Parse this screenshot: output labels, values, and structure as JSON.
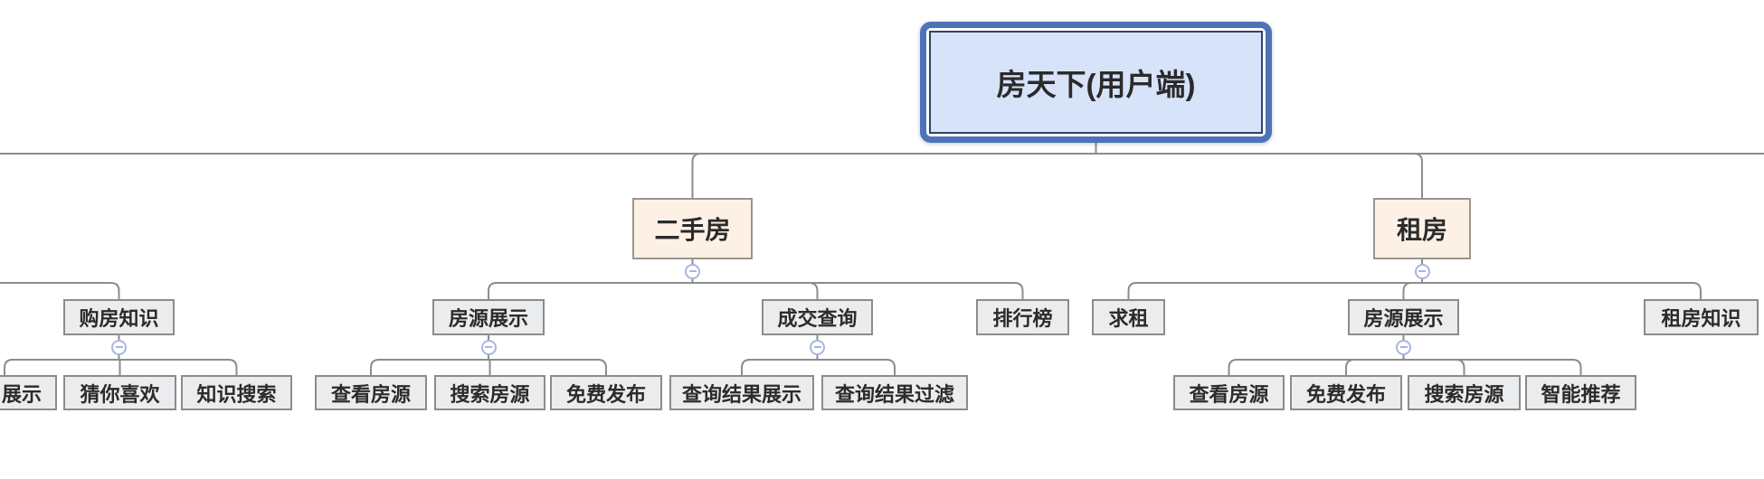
{
  "diagram_type": "mindmap-org-chart",
  "tree": {
    "label": "房天下(用户端)",
    "children": [
      {
        "label": "二手房",
        "children": [
          {
            "label": "房源展示",
            "children": [
              {
                "label": "查看房源"
              },
              {
                "label": "搜索房源"
              },
              {
                "label": "免费发布"
              }
            ]
          },
          {
            "label": "成交查询",
            "children": [
              {
                "label": "查询结果展示"
              },
              {
                "label": "查询结果过滤"
              }
            ]
          },
          {
            "label": "排行榜"
          }
        ]
      },
      {
        "label": "租房",
        "children": [
          {
            "label": "求租"
          },
          {
            "label": "房源展示",
            "children": [
              {
                "label": "查看房源"
              },
              {
                "label": "免费发布"
              },
              {
                "label": "搜索房源"
              },
              {
                "label": "智能推荐"
              }
            ]
          },
          {
            "label": "租房知识"
          }
        ]
      }
    ]
  },
  "left_branch": {
    "label": "购房知识",
    "children": [
      {
        "label": "展示",
        "clipped_at_left_edge": true
      },
      {
        "label": "猜你喜欢"
      },
      {
        "label": "知识搜索"
      }
    ]
  },
  "icons": {
    "collapse": "minus-circle-icon"
  },
  "colors": {
    "root_border": "#4e73b8",
    "root_inner_border": "#31436b",
    "root_fill": "#d6e3f8",
    "branch_fill": "#fdf1e6",
    "branch_border": "#9c948b",
    "node_fill": "#ebecee",
    "node_border": "#8c8c8c",
    "connector": "#8c8c8c",
    "collapse": "#a7b6e0",
    "text": "#2b2b2b"
  }
}
